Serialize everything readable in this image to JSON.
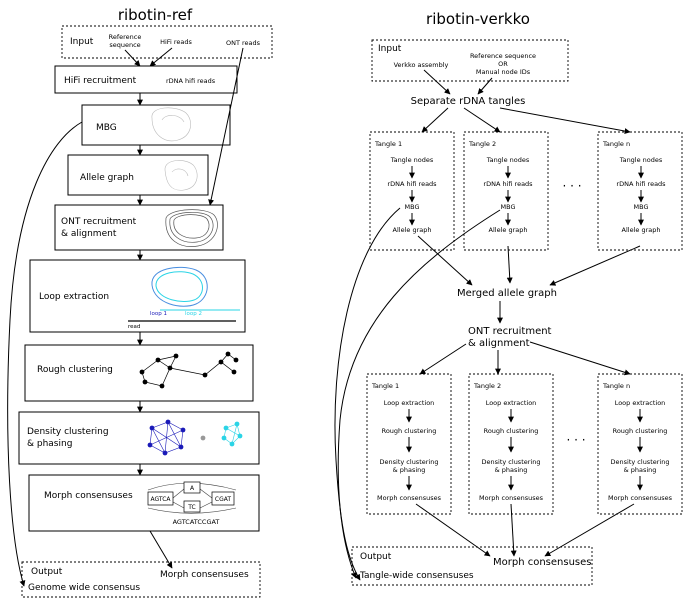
{
  "left": {
    "title": "ribotin-ref",
    "input": {
      "label": "Input",
      "ref_seq_line1": "Reference",
      "ref_seq_line2": "sequence",
      "hifi": "HiFi reads",
      "ont": "ONT reads"
    },
    "hifi_box": {
      "label": "HiFi recruitment",
      "sub": "rDNA hifi reads"
    },
    "mbg": "MBG",
    "allele_graph": "Allele graph",
    "ont_box": {
      "line1": "ONT recruitment",
      "line2": "& alignment"
    },
    "loop": {
      "label": "Loop extraction",
      "loop1": "loop 1",
      "loop2": "loop 2",
      "read": "read"
    },
    "rough": "Rough clustering",
    "density": {
      "line1": "Density clustering",
      "line2": "& phasing"
    },
    "morph": {
      "label": "Morph consensuses",
      "nodes": [
        "A",
        "AGTCA",
        "TC",
        "CGAT"
      ],
      "seq": "AGTCATCCGAT"
    },
    "output": {
      "label": "Output",
      "genome": "Genome wide consensus",
      "morph": "Morph consensuses"
    }
  },
  "right": {
    "title": "ribotin-verkko",
    "input": {
      "label": "Input",
      "assembly": "Verkko assembly",
      "ref_line1": "Reference sequence",
      "ref_line2": "OR",
      "ref_line3": "Manual node IDs"
    },
    "separate": "Separate rDNA tangles",
    "tangles_top": [
      {
        "name": "Tangle 1",
        "steps": [
          "Tangle nodes",
          "rDNA hifi reads",
          "MBG",
          "Allele graph"
        ]
      },
      {
        "name": "Tangle 2",
        "steps": [
          "Tangle nodes",
          "rDNA hifi reads",
          "MBG",
          "Allele graph"
        ]
      },
      {
        "name": "Tangle n",
        "steps": [
          "Tangle nodes",
          "rDNA hifi reads",
          "MBG",
          "Allele graph"
        ]
      }
    ],
    "ellipsis": "· · ·",
    "merged": "Merged allele graph",
    "ont": {
      "line1": "ONT recruitment",
      "line2": "& alignment"
    },
    "tangles_bottom": [
      {
        "name": "Tangle 1",
        "steps": [
          "Loop extraction",
          "Rough clustering",
          "Density clustering",
          "& phasing",
          "Morph consensuses"
        ]
      },
      {
        "name": "Tangle 2",
        "steps": [
          "Loop extraction",
          "Rough clustering",
          "Density clustering",
          "& phasing",
          "Morph consensuses"
        ]
      },
      {
        "name": "Tangle n",
        "steps": [
          "Loop extraction",
          "Rough clustering",
          "Density clustering",
          "& phasing",
          "Morph consensuses"
        ]
      }
    ],
    "output": {
      "label": "Output",
      "tangle": "Tangle-wide consensuses",
      "morph": "Morph consensuses"
    }
  },
  "colors": {
    "dark_blue": "#1a1ab8",
    "cyan": "#2ad4e6",
    "light_blue": "#4a8fe0",
    "gray": "#999999"
  }
}
